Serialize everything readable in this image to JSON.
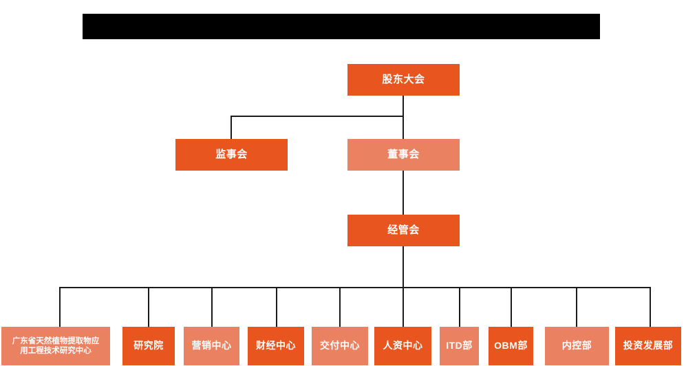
{
  "chart": {
    "type": "org-chart",
    "title_banner": {
      "label": "",
      "state": "redacted",
      "color": "#000000"
    },
    "colors": {
      "dark_orange": "#e8551e",
      "light_orange": "#ea8160",
      "connector": "#1a1a1a",
      "background": "#ffffff",
      "text": "#ffffff"
    },
    "levels": [
      {
        "level": 1,
        "nodes": [
          {
            "id": "shareholders-meeting",
            "label": "股东大会",
            "tone": "dark"
          }
        ]
      },
      {
        "level": 2,
        "nodes": [
          {
            "id": "board-of-supervisors",
            "label": "监事会",
            "tone": "dark"
          },
          {
            "id": "board-of-directors",
            "label": "董事会",
            "tone": "light"
          }
        ]
      },
      {
        "level": 3,
        "nodes": [
          {
            "id": "management-committee",
            "label": "经管会",
            "tone": "dark"
          }
        ]
      },
      {
        "level": 4,
        "nodes": [
          {
            "id": "gd-engineering-research-center",
            "label": "广东省天然植物提取物应\n用工程技术研究中心",
            "tone": "light"
          },
          {
            "id": "research-institute",
            "label": "研究院",
            "tone": "dark"
          },
          {
            "id": "marketing-center",
            "label": "营销中心",
            "tone": "light"
          },
          {
            "id": "finance-center",
            "label": "财经中心",
            "tone": "dark"
          },
          {
            "id": "delivery-center",
            "label": "交付中心",
            "tone": "light"
          },
          {
            "id": "hr-center",
            "label": "人资中心",
            "tone": "dark"
          },
          {
            "id": "itd-department",
            "label": "ITD部",
            "tone": "light"
          },
          {
            "id": "obm-department",
            "label": "OBM部",
            "tone": "dark"
          },
          {
            "id": "internal-control-department",
            "label": "内控部",
            "tone": "light"
          },
          {
            "id": "investment-development-department",
            "label": "投资发展部",
            "tone": "dark"
          }
        ]
      }
    ],
    "relationships": [
      {
        "from": "shareholders-meeting",
        "to": "board-of-supervisors"
      },
      {
        "from": "shareholders-meeting",
        "to": "board-of-directors"
      },
      {
        "from": "board-of-directors",
        "to": "management-committee"
      },
      {
        "from": "management-committee",
        "to": "gd-engineering-research-center"
      },
      {
        "from": "management-committee",
        "to": "research-institute"
      },
      {
        "from": "management-committee",
        "to": "marketing-center"
      },
      {
        "from": "management-committee",
        "to": "finance-center"
      },
      {
        "from": "management-committee",
        "to": "delivery-center"
      },
      {
        "from": "management-committee",
        "to": "hr-center"
      },
      {
        "from": "management-committee",
        "to": "itd-department"
      },
      {
        "from": "management-committee",
        "to": "obm-department"
      },
      {
        "from": "management-committee",
        "to": "internal-control-department"
      },
      {
        "from": "management-committee",
        "to": "investment-development-department"
      }
    ]
  }
}
